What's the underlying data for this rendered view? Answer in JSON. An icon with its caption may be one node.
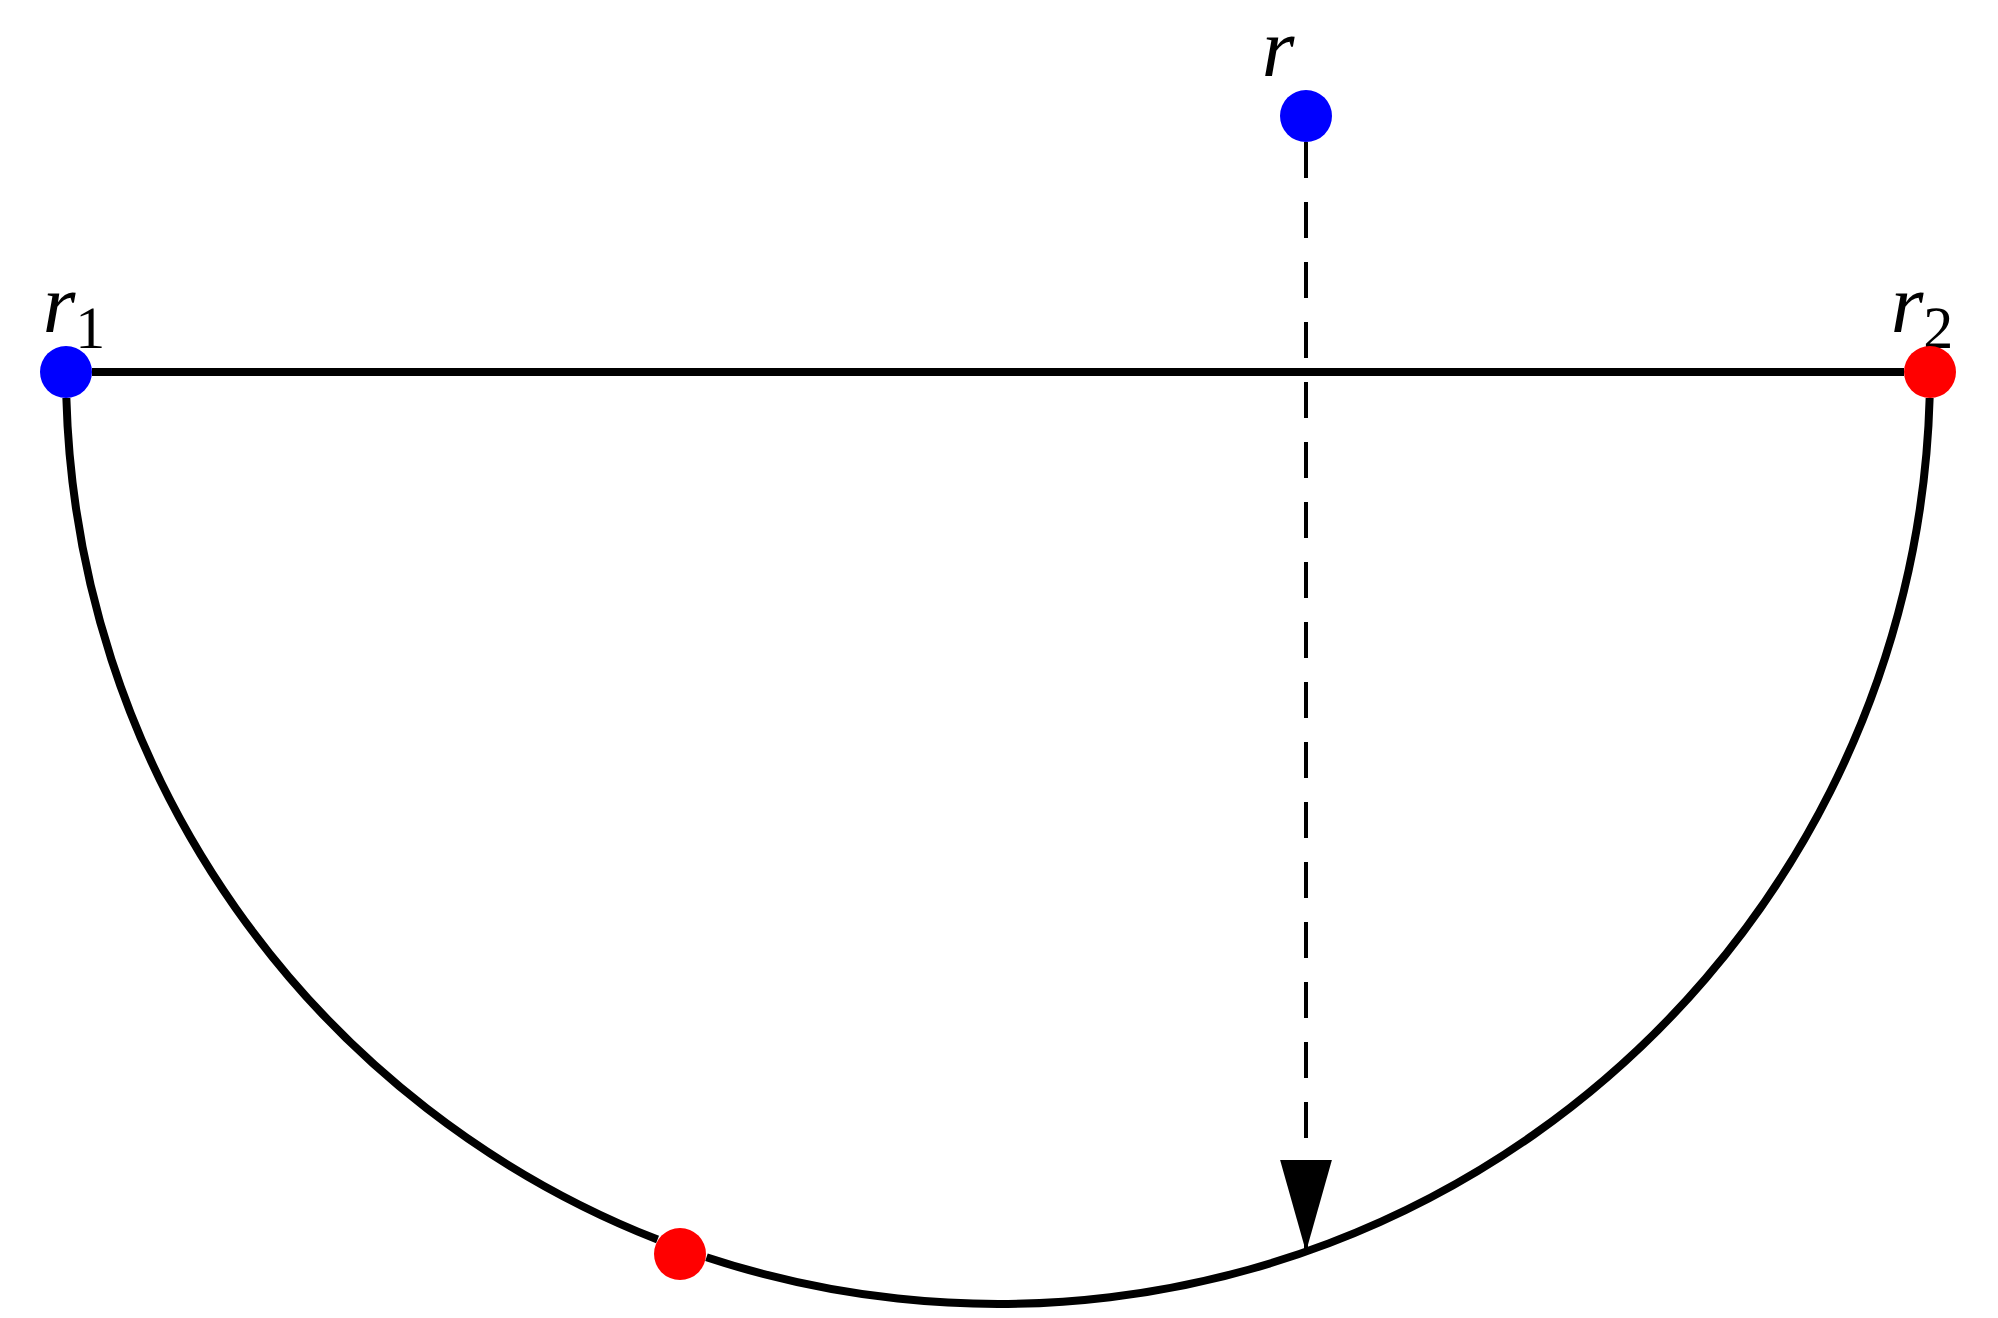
{
  "diagram": {
    "nodes": [
      {
        "text": [
          "r$_{1}$"
        ]
      },
      {
        "text": [
          "r$_{2}$"
        ]
      },
      {
        "text": [
          "r"
        ]
      },
      {
        "text": [],
        "shape": "circle"
      }
    ],
    "edges": [
      {
        "from": 0,
        "to": 1,
        "arrow": "none"
      },
      {
        "from": 0,
        "to": 3,
        "arrow": "none"
      },
      {
        "from": 3,
        "to": 1,
        "arrow": "none"
      },
      {
        "from": 2,
        "to": null,
        "arrow": "to",
        "style": "dashed"
      }
    ]
  }
}
